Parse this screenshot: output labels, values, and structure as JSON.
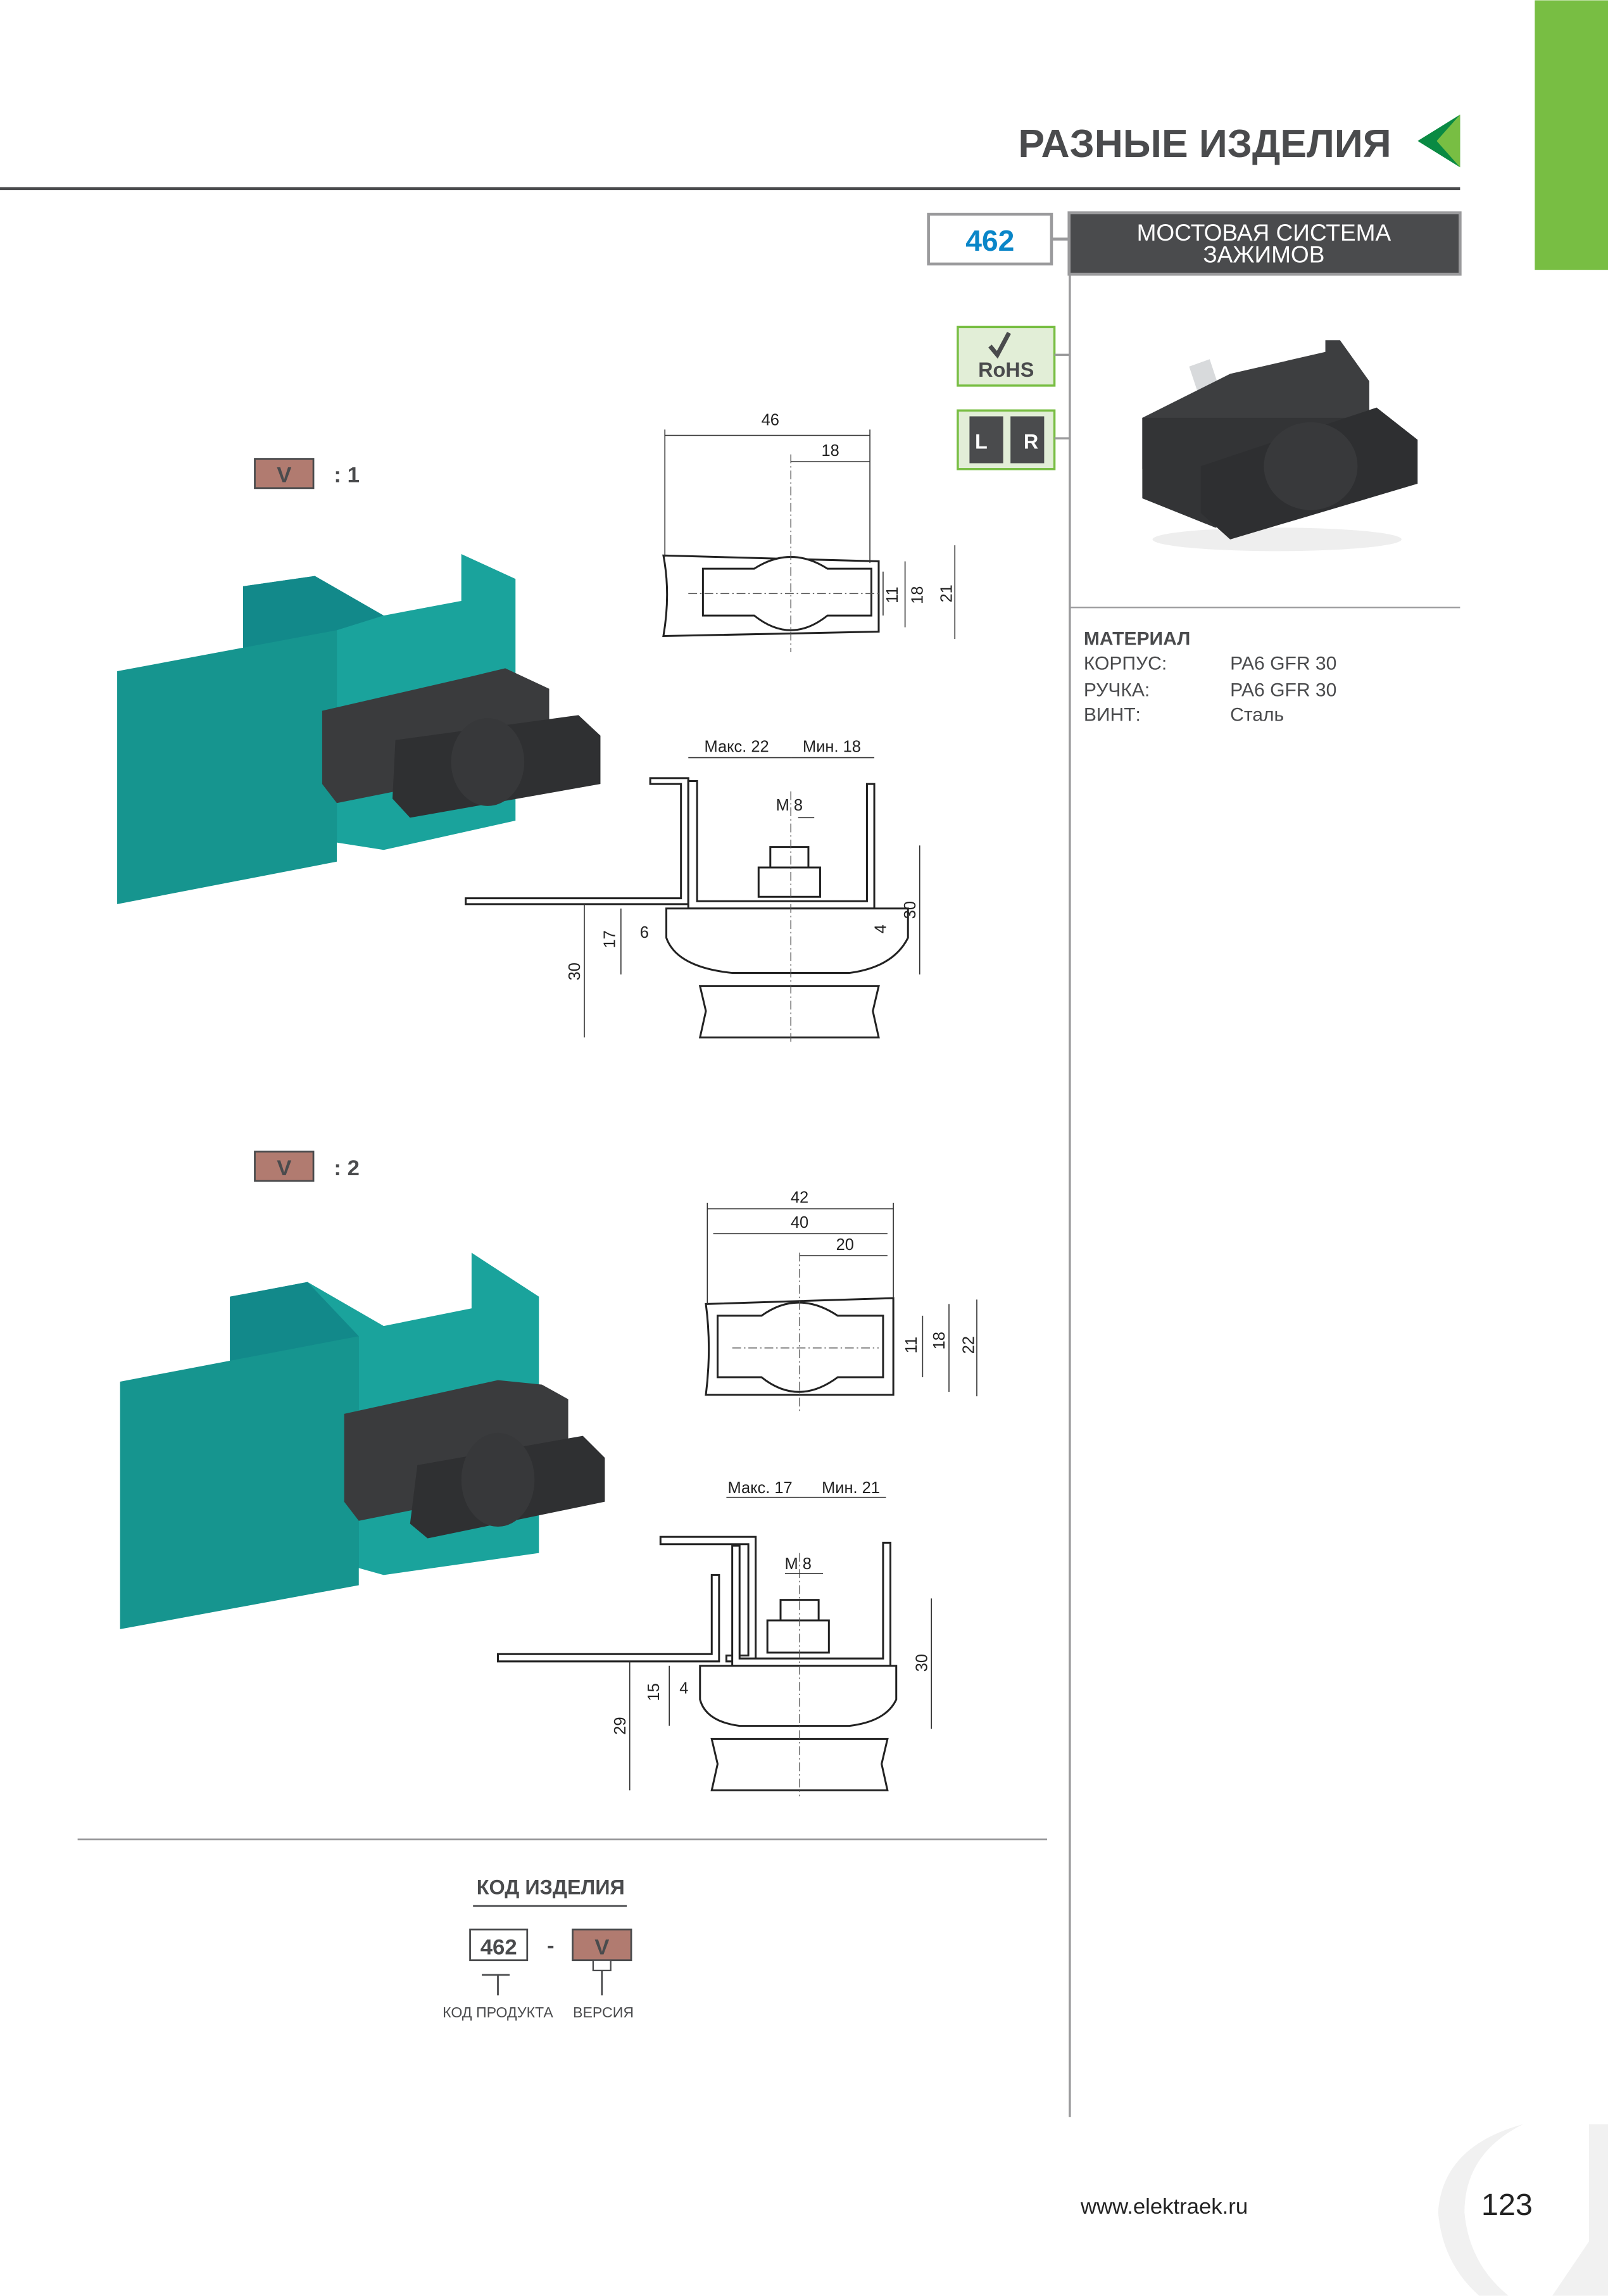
{
  "header": {
    "section_title": "РАЗНЫЕ ИЗДЕЛИЯ"
  },
  "product": {
    "code": "462",
    "title_line1": "МОСТОВАЯ СИСТЕМА",
    "title_line2": "ЗАЖИМОВ",
    "badges": {
      "rohs": "RoHS",
      "left": "L",
      "right": "R"
    }
  },
  "material": {
    "heading": "МАТЕРИАЛ",
    "rows": [
      {
        "label": "КОРПУС:",
        "value": "PA6 GFR 30"
      },
      {
        "label": "РУЧКА:",
        "value": "PA6 GFR 30"
      },
      {
        "label": "ВИНТ:",
        "value": "Сталь"
      }
    ]
  },
  "versions": [
    {
      "badge": "V",
      "suffix": ": 1",
      "top_dims": {
        "total": "46",
        "half": "18",
        "h1": "11",
        "h2": "18",
        "h3": "21"
      },
      "side_dims": {
        "max": "Макс. 22",
        "min": "Мин. 18",
        "thread": "M 8",
        "h_right": "30",
        "gap": "4",
        "offset": "6",
        "h_mid": "17",
        "h_left": "30"
      }
    },
    {
      "badge": "V",
      "suffix": ": 2",
      "top_dims": {
        "total": "42",
        "inner": "40",
        "half": "20",
        "h1": "11",
        "h2": "18",
        "h3": "22"
      },
      "side_dims": {
        "max": "Макс. 17",
        "min": "Мин. 21",
        "thread": "M 8",
        "h_right": "30",
        "offset": "4",
        "h_mid": "15",
        "h_left": "29"
      }
    }
  ],
  "order_code": {
    "heading": "КОД ИЗДЕЛИЯ",
    "code": "462",
    "separator": "-",
    "version": "V",
    "code_label": "КОД ПРОДУКТА",
    "version_label": "ВЕРСИЯ"
  },
  "footer": {
    "website": "www.elektraek.ru",
    "page_number": "123"
  },
  "colors": {
    "green": "#78be43",
    "dark_green": "#0a8a43",
    "teal": "#16958f",
    "version_badge": "#b17b70",
    "code_blue": "#0a86c8",
    "dark": "#4a4b4d"
  }
}
